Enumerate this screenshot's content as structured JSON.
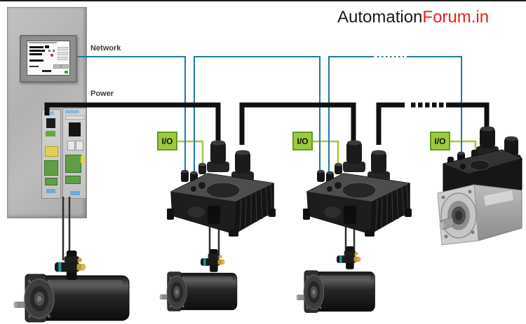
{
  "logo": {
    "part1": "Automation",
    "part2": "Forum.in"
  },
  "connections": {
    "network_label": "Network",
    "power_label": "Power"
  },
  "io_modules": [
    {
      "label": "I/O"
    },
    {
      "label": "I/O"
    },
    {
      "label": "I/O"
    }
  ],
  "components": {
    "cabinet": "control cabinet with HMI panel and two servo drive modules",
    "distributed_drives": 2,
    "servo_motors": 3,
    "integrated_servo_motor": 1
  },
  "colors": {
    "network_line": "#2178a6",
    "power_line": "#0f0f0f",
    "io_link_line": "#a9c53a",
    "io_fill": "#9dca3b",
    "io_border": "#5f9b21",
    "logo_black": "#1a1a1a",
    "logo_red": "#ee1c1c",
    "cabinet_gray": "#b5b5b5"
  }
}
